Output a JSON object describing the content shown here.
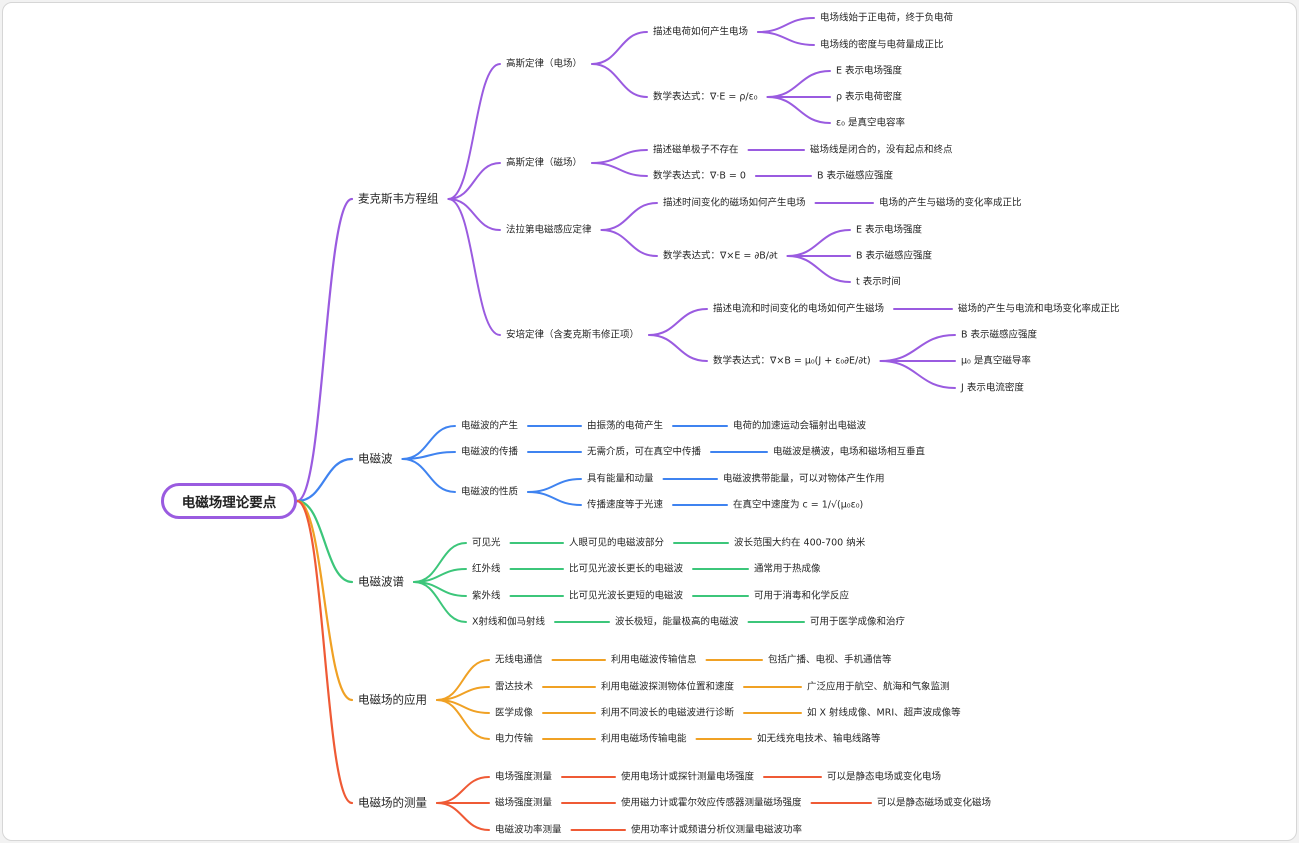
{
  "root": "电磁场理论要点",
  "colors": {
    "purple": "#9a5be0",
    "blue": "#3f83f0",
    "green": "#3cc67a",
    "orange": "#f0a124",
    "red": "#ef5a35"
  },
  "branches": [
    {
      "label": "麦克斯韦方程组",
      "color": "purple",
      "children": [
        {
          "label": "高斯定律（电场）",
          "children": [
            {
              "label": "描述电荷如何产生电场",
              "children": [
                {
                  "label": "电场线始于正电荷，终于负电荷"
                },
                {
                  "label": "电场线的密度与电荷量成正比"
                }
              ]
            },
            {
              "label": "数学表达式：∇·E = ρ/ε₀",
              "children": [
                {
                  "label": "E 表示电场强度"
                },
                {
                  "label": "ρ 表示电荷密度"
                },
                {
                  "label": "ε₀ 是真空电容率"
                }
              ]
            }
          ]
        },
        {
          "label": "高斯定律（磁场）",
          "children": [
            {
              "label": "描述磁单极子不存在",
              "children": [
                {
                  "label": "磁场线是闭合的，没有起点和终点"
                }
              ]
            },
            {
              "label": "数学表达式：∇·B = 0",
              "children": [
                {
                  "label": "B 表示磁感应强度"
                }
              ]
            }
          ]
        },
        {
          "label": "法拉第电磁感应定律",
          "children": [
            {
              "label": "描述时间变化的磁场如何产生电场",
              "children": [
                {
                  "label": "电场的产生与磁场的变化率成正比"
                }
              ]
            },
            {
              "label": "数学表达式：∇×E = ∂B/∂t",
              "children": [
                {
                  "label": "E 表示电场强度"
                },
                {
                  "label": "B 表示磁感应强度"
                },
                {
                  "label": "t 表示时间"
                }
              ]
            }
          ]
        },
        {
          "label": "安培定律（含麦克斯韦修正项）",
          "children": [
            {
              "label": "描述电流和时间变化的电场如何产生磁场",
              "children": [
                {
                  "label": "磁场的产生与电流和电场变化率成正比"
                }
              ]
            },
            {
              "label": "数学表达式：∇×B = μ₀(J + ε₀∂E/∂t)",
              "children": [
                {
                  "label": "B 表示磁感应强度"
                },
                {
                  "label": "μ₀ 是真空磁导率"
                },
                {
                  "label": "J 表示电流密度"
                }
              ]
            }
          ]
        }
      ]
    },
    {
      "label": "电磁波",
      "color": "blue",
      "children": [
        {
          "label": "电磁波的产生",
          "children": [
            {
              "label": "由振荡的电荷产生",
              "children": [
                {
                  "label": "电荷的加速运动会辐射出电磁波"
                }
              ]
            }
          ]
        },
        {
          "label": "电磁波的传播",
          "children": [
            {
              "label": "无需介质，可在真空中传播",
              "children": [
                {
                  "label": "电磁波是横波，电场和磁场相互垂直"
                }
              ]
            }
          ]
        },
        {
          "label": "电磁波的性质",
          "children": [
            {
              "label": "具有能量和动量",
              "children": [
                {
                  "label": "电磁波携带能量，可以对物体产生作用"
                }
              ]
            },
            {
              "label": "传播速度等于光速",
              "children": [
                {
                  "label": "在真空中速度为 c = 1/√(μ₀ε₀)"
                }
              ]
            }
          ]
        }
      ]
    },
    {
      "label": "电磁波谱",
      "color": "green",
      "children": [
        {
          "label": "可见光",
          "children": [
            {
              "label": "人眼可见的电磁波部分",
              "children": [
                {
                  "label": "波长范围大约在 400-700 纳米"
                }
              ]
            }
          ]
        },
        {
          "label": "红外线",
          "children": [
            {
              "label": "比可见光波长更长的电磁波",
              "children": [
                {
                  "label": "通常用于热成像"
                }
              ]
            }
          ]
        },
        {
          "label": "紫外线",
          "children": [
            {
              "label": "比可见光波长更短的电磁波",
              "children": [
                {
                  "label": "可用于消毒和化学反应"
                }
              ]
            }
          ]
        },
        {
          "label": "X射线和伽马射线",
          "children": [
            {
              "label": "波长极短，能量极高的电磁波",
              "children": [
                {
                  "label": "可用于医学成像和治疗"
                }
              ]
            }
          ]
        }
      ]
    },
    {
      "label": "电磁场的应用",
      "color": "orange",
      "children": [
        {
          "label": "无线电通信",
          "children": [
            {
              "label": "利用电磁波传输信息",
              "children": [
                {
                  "label": "包括广播、电视、手机通信等"
                }
              ]
            }
          ]
        },
        {
          "label": "雷达技术",
          "children": [
            {
              "label": "利用电磁波探测物体位置和速度",
              "children": [
                {
                  "label": "广泛应用于航空、航海和气象监测"
                }
              ]
            }
          ]
        },
        {
          "label": "医学成像",
          "children": [
            {
              "label": "利用不同波长的电磁波进行诊断",
              "children": [
                {
                  "label": "如 X 射线成像、MRI、超声波成像等"
                }
              ]
            }
          ]
        },
        {
          "label": "电力传输",
          "children": [
            {
              "label": "利用电磁场传输电能",
              "children": [
                {
                  "label": "如无线充电技术、输电线路等"
                }
              ]
            }
          ]
        }
      ]
    },
    {
      "label": "电磁场的测量",
      "color": "red",
      "children": [
        {
          "label": "电场强度测量",
          "children": [
            {
              "label": "使用电场计或探针测量电场强度",
              "children": [
                {
                  "label": "可以是静态电场或变化电场"
                }
              ]
            }
          ]
        },
        {
          "label": "磁场强度测量",
          "children": [
            {
              "label": "使用磁力计或霍尔效应传感器测量磁场强度",
              "children": [
                {
                  "label": "可以是静态磁场或变化磁场"
                }
              ]
            }
          ]
        },
        {
          "label": "电磁波功率测量",
          "children": [
            {
              "label": "使用功率计或频谱分析仪测量电磁波功率"
            }
          ]
        }
      ]
    }
  ]
}
